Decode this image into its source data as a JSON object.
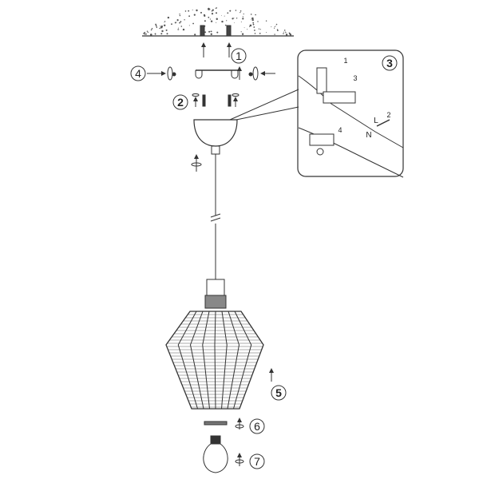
{
  "steps": {
    "s1": "1",
    "s2": "2",
    "s3": "3",
    "s4": "4",
    "s5": "5",
    "s6": "6",
    "s7": "7"
  },
  "inset": {
    "sub1": "1",
    "sub2": "2",
    "sub3": "3",
    "sub4": "4",
    "live": "L",
    "neutral": "N"
  },
  "colors": {
    "line": "#333333",
    "background": "#ffffff"
  }
}
